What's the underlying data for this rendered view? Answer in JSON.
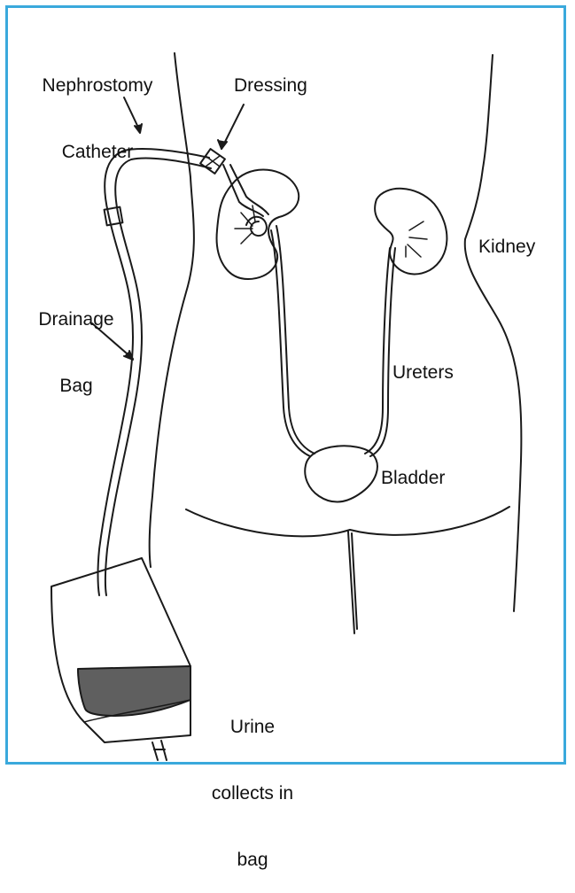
{
  "labels": {
    "nephrostomy_catheter_line1": "Nephrostomy",
    "nephrostomy_catheter_line2": "Catheter",
    "dressing": "Dressing",
    "kidney": "Kidney",
    "drainage_bag_line1": "Drainage",
    "drainage_bag_line2": "Bag",
    "ureters": "Ureters",
    "bladder": "Bladder",
    "urine_line1": "Urine",
    "urine_line2": "collects in",
    "urine_line3": "bag"
  },
  "colors": {
    "frame": "#3aa9dc",
    "stroke": "#1a1a1a",
    "urine_fill": "#5f5f5f"
  }
}
